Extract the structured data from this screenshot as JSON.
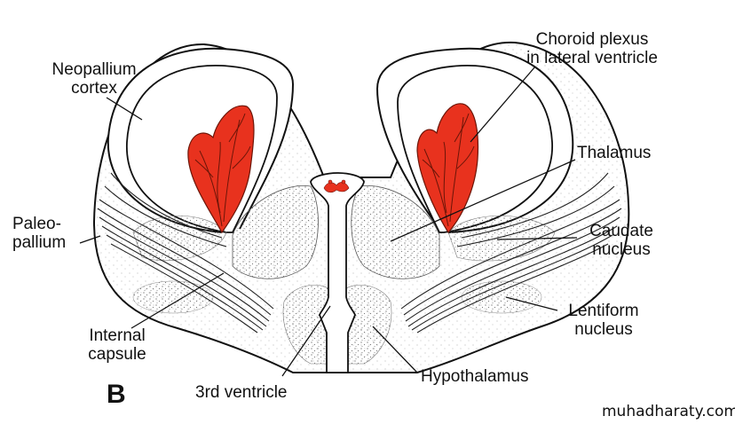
{
  "labels": {
    "neopallium": [
      "Neopallium",
      "cortex"
    ],
    "choroid": [
      "Choroid plexus",
      "in lateral ventricle"
    ],
    "thalamus": "Thalamus",
    "paleopallium": [
      "Paleo-",
      "pallium"
    ],
    "caudate": [
      "Caudate",
      "nucleus"
    ],
    "lentiform": [
      "Lentiform",
      "nucleus"
    ],
    "internal_capsule": [
      "Internal",
      "capsule"
    ],
    "third_ventricle": "3rd ventricle",
    "hypothalamus": "Hypothalamus"
  },
  "panel_letter": "B",
  "watermark": "muhadharaty.com",
  "colors": {
    "outline": "#111111",
    "plexus": "#e8321e",
    "stipple": "#777777"
  }
}
